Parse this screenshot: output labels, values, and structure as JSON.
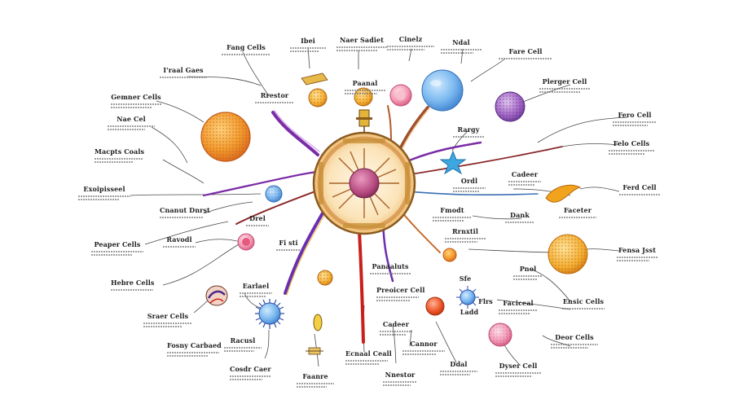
{
  "diagram": {
    "central_label": "",
    "labels": [
      {
        "id": "fang",
        "text": "Fang Cells"
      },
      {
        "id": "ibei",
        "text": "Ibei"
      },
      {
        "id": "naer",
        "text": "Naer Sadiet"
      },
      {
        "id": "cinelz",
        "text": "Cinelz"
      },
      {
        "id": "ndal",
        "text": "Ndal"
      },
      {
        "id": "fare-cell",
        "text": "Fare Cell"
      },
      {
        "id": "iraal-gaes",
        "text": "I'raal Gaes"
      },
      {
        "id": "gemner",
        "text": "Gemner Cells"
      },
      {
        "id": "paanal",
        "text": "Paanal"
      },
      {
        "id": "nae-cel",
        "text": "Nae Cel"
      },
      {
        "id": "plerger",
        "text": "Plerger Cell"
      },
      {
        "id": "fero-cell",
        "text": "Fero Cell"
      },
      {
        "id": "macpts",
        "text": "Macpts Coals"
      },
      {
        "id": "rargy",
        "text": "Rargy"
      },
      {
        "id": "felo-cells",
        "text": "Felo Cells"
      },
      {
        "id": "rrestor",
        "text": "Rrestor"
      },
      {
        "id": "cadeer",
        "text": "Cadeer"
      },
      {
        "id": "exoipisseel",
        "text": "Exoipisseel"
      },
      {
        "id": "ordl",
        "text": "Ordl"
      },
      {
        "id": "ferd-cell",
        "text": "Ferd Cell"
      },
      {
        "id": "cnanut",
        "text": "Cnanut Dnrst"
      },
      {
        "id": "drel",
        "text": "Drel"
      },
      {
        "id": "peaper",
        "text": "Peaper Cells"
      },
      {
        "id": "fi-sti",
        "text": "Fi sti"
      },
      {
        "id": "ravodl",
        "text": "Ravodl"
      },
      {
        "id": "fmodt",
        "text": "Fmodt"
      },
      {
        "id": "dank",
        "text": "Dank"
      },
      {
        "id": "facetor",
        "text": "Faceter"
      },
      {
        "id": "rrnxtil",
        "text": "Rrnxtil"
      },
      {
        "id": "fensa-just",
        "text": "Fensa Jsst"
      },
      {
        "id": "hebre",
        "text": "Hebre Cells"
      },
      {
        "id": "panaaluts",
        "text": "Panaaluts"
      },
      {
        "id": "sfe",
        "text": "Sfe"
      },
      {
        "id": "earlael",
        "text": "Earlael"
      },
      {
        "id": "preoicer",
        "text": "Preoicer Cell"
      },
      {
        "id": "sraer",
        "text": "Sraer Cells"
      },
      {
        "id": "ensic",
        "text": "Ensic Cells"
      },
      {
        "id": "flrs",
        "text": "Flrs"
      },
      {
        "id": "facicheal",
        "text": "Faciceal"
      },
      {
        "id": "fosny",
        "text": "Fosny Carbaed"
      },
      {
        "id": "cadeer2",
        "text": "Cadeer"
      },
      {
        "id": "racusl",
        "text": "Racusl"
      },
      {
        "id": "pnol",
        "text": "Pnol"
      },
      {
        "id": "cannor",
        "text": "Cannor"
      },
      {
        "id": "ecnaal",
        "text": "Ecnaal Ceall"
      },
      {
        "id": "deor",
        "text": "Deor Cells"
      },
      {
        "id": "dyser",
        "text": "Dyser Cell"
      },
      {
        "id": "ddal",
        "text": "Ddal"
      },
      {
        "id": "oosdr",
        "text": "Cosdr Caer"
      },
      {
        "id": "fanre",
        "text": "Faanre"
      },
      {
        "id": "nnostor",
        "text": "Nnestor"
      },
      {
        "id": "nndd",
        "text": "Ladd"
      }
    ]
  }
}
